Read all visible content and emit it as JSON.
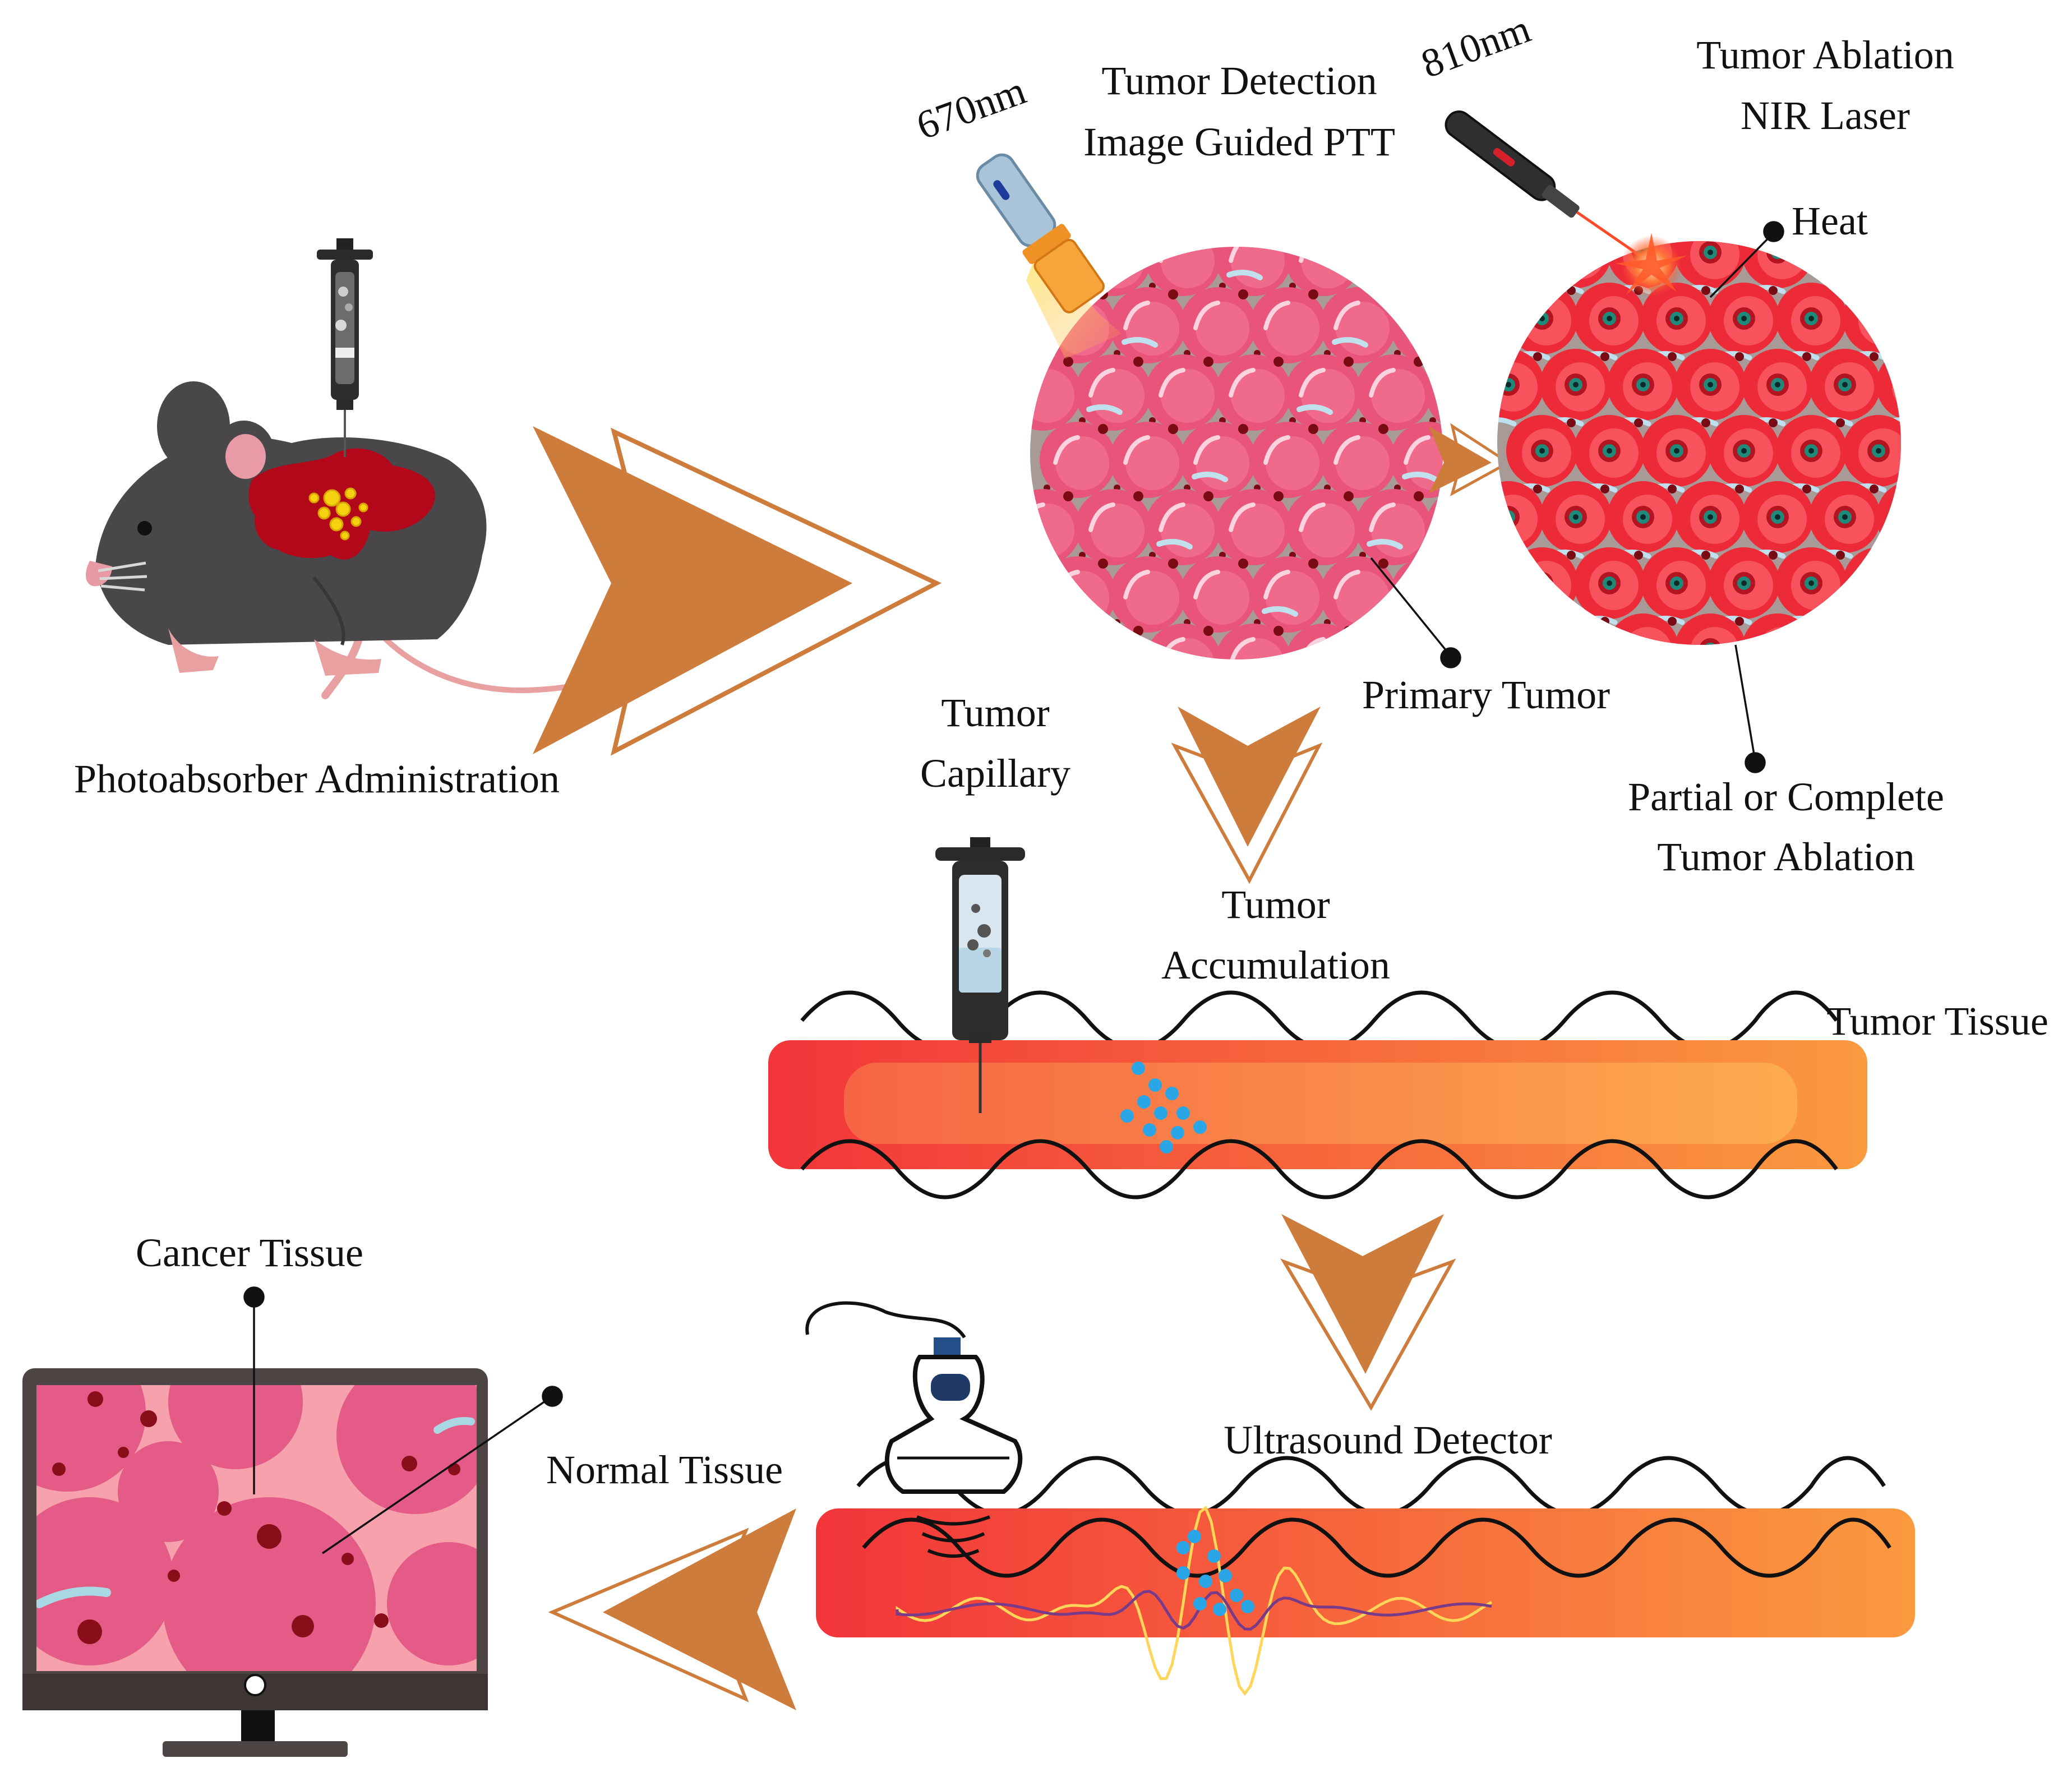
{
  "labels": {
    "photoabsorber": "Photoabsorber Administration",
    "wavelength_670": "670nm",
    "wavelength_810": "810nm",
    "detection_line1": "Tumor Detection",
    "detection_line2": "Image Guided PTT",
    "ablation_line1": "Tumor Ablation",
    "ablation_line2": "NIR Laser",
    "heat": "Heat",
    "primary_tumor": "Primary Tumor",
    "capillary_line1": "Tumor",
    "capillary_line2": "Capillary",
    "partial_line1": "Partial or Complete",
    "partial_line2": "Tumor Ablation",
    "accumulation_line1": "Tumor",
    "accumulation_line2": "Accumulation",
    "tumor_tissue": "Tumor Tissue",
    "ultrasound": "Ultrasound Detector",
    "normal_tissue": "Normal Tissue",
    "cancer_tissue": "Cancer Tissue"
  },
  "colors": {
    "arrow": "#cd7c3b",
    "tumor_red": "#e8303a",
    "vessel_orange": "#fb9a3f",
    "cell_pink": "#e9557a",
    "dot_dark": "#7a0a14",
    "nanoparticle": "#2aa6e6",
    "mouse": "#4a474b",
    "monitor_frame": "#4d4544"
  },
  "icons": {
    "syringe": "syringe-icon",
    "mouse": "mouse-icon",
    "flashlight": "flashlight-icon",
    "laser_pen": "laser-pen-icon",
    "ultrasound_probe": "ultrasound-probe-icon",
    "monitor": "monitor-icon"
  }
}
